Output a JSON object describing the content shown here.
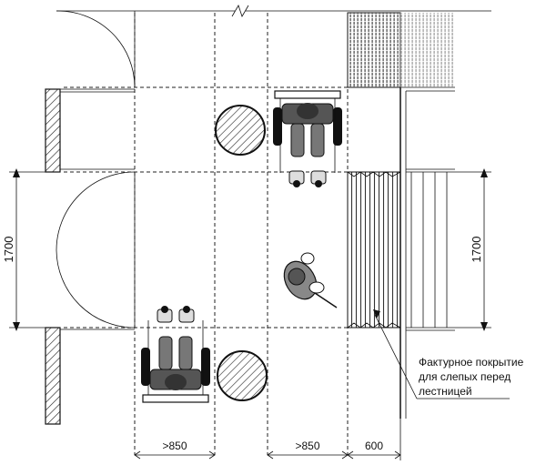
{
  "dimensions": {
    "left_vertical": "1700",
    "right_vertical": "1700",
    "bottom_first": ">850",
    "bottom_second": ">850",
    "bottom_third": "600"
  },
  "annotation": {
    "line1": "Фактурное покрытие",
    "line2": "для слепых перед",
    "line3": "лестницей"
  }
}
